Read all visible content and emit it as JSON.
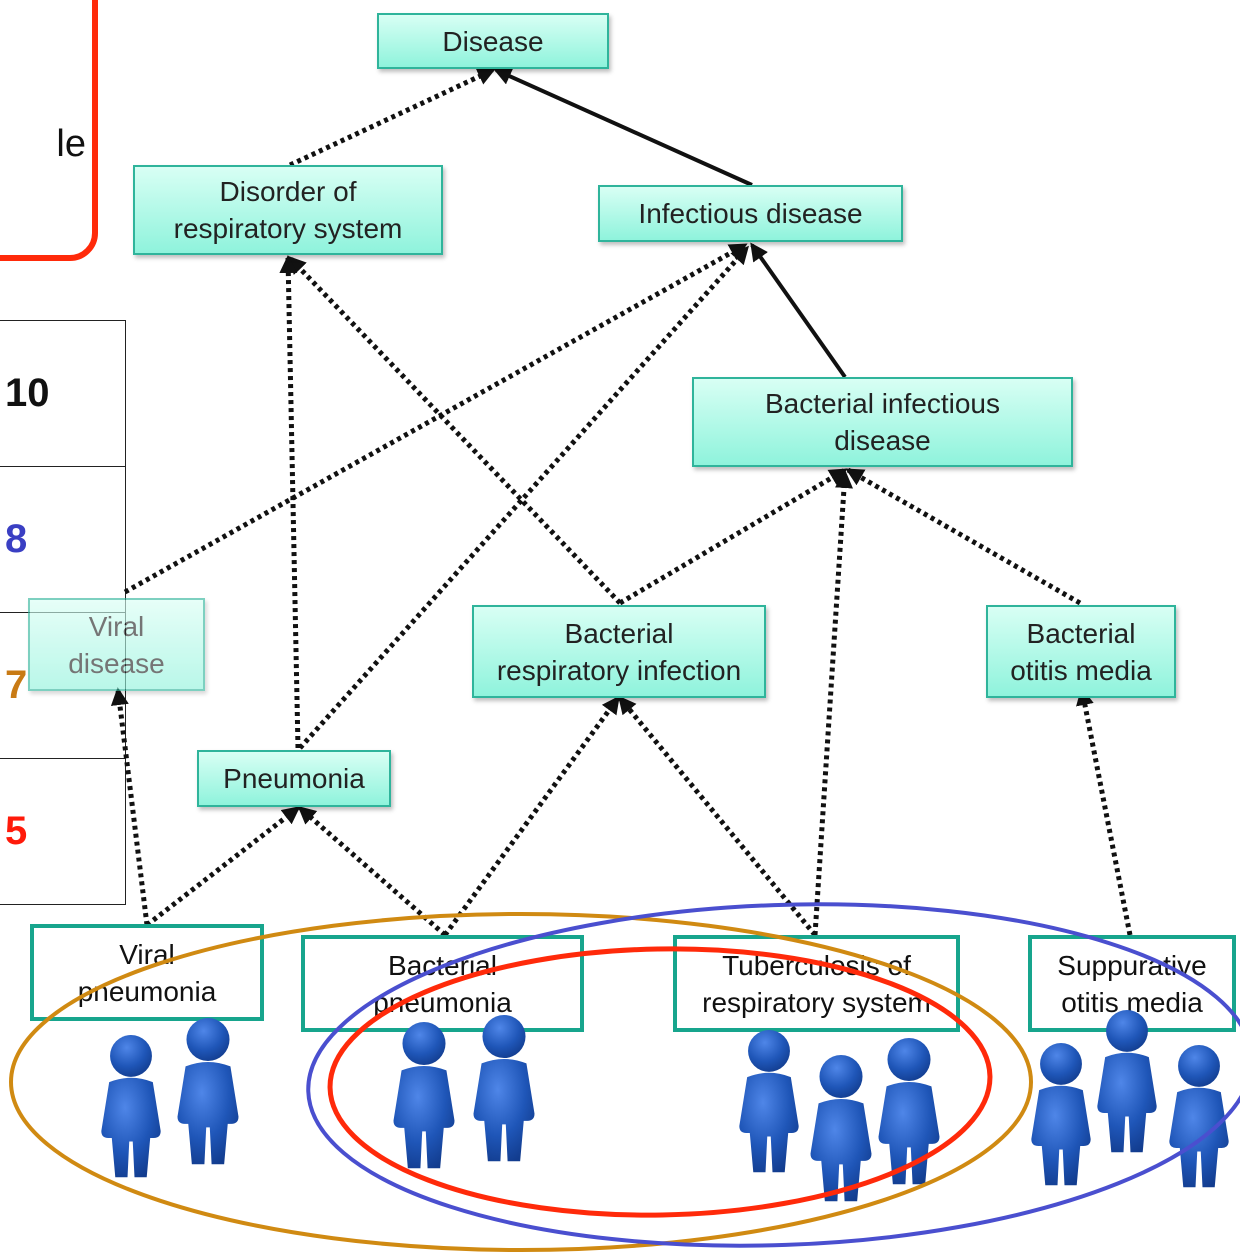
{
  "callout": {
    "text": "le"
  },
  "counts_table": {
    "rows": [
      {
        "value": "10",
        "color": "#111111"
      },
      {
        "value": "8",
        "color": "#3a3fc3"
      },
      {
        "value": "7",
        "color": "#c87a14"
      },
      {
        "value": "5",
        "color": "#ff1a0a"
      }
    ]
  },
  "concepts": {
    "disease": [
      "Disease"
    ],
    "disorder_respiratory": [
      "Disorder of",
      "respiratory system"
    ],
    "infectious_disease": [
      "Infectious disease"
    ],
    "bacterial_infectious_disease": [
      "Bacterial infectious",
      "disease"
    ],
    "viral_disease": [
      "Viral",
      "disease"
    ],
    "bacterial_respiratory_infection": [
      "Bacterial",
      "respiratory infection"
    ],
    "bacterial_otitis_media": [
      "Bacterial",
      "otitis media"
    ],
    "pneumonia": [
      "Pneumonia"
    ]
  },
  "patient_groups": {
    "viral_pneumonia": [
      "Viral",
      "pneumonia"
    ],
    "bacterial_pneumonia": [
      "Bacterial",
      "pneumonia"
    ],
    "tuberculosis": [
      "Tuberculosis of",
      "respiratory system"
    ],
    "suppurative_otitis": [
      "Suppurative",
      "otitis media"
    ]
  },
  "colors": {
    "node_border": "#2fb49b",
    "node_fill": "#8ff3dc",
    "cohort_orange": "#d08a12",
    "cohort_blue": "#4a4fcf",
    "cohort_red": "#ff2a0a",
    "person": "#1f56b8"
  },
  "icons": {
    "person": "person-icon",
    "edge_isa": "solid-arrow",
    "edge_inferred": "dotted-arrow"
  }
}
